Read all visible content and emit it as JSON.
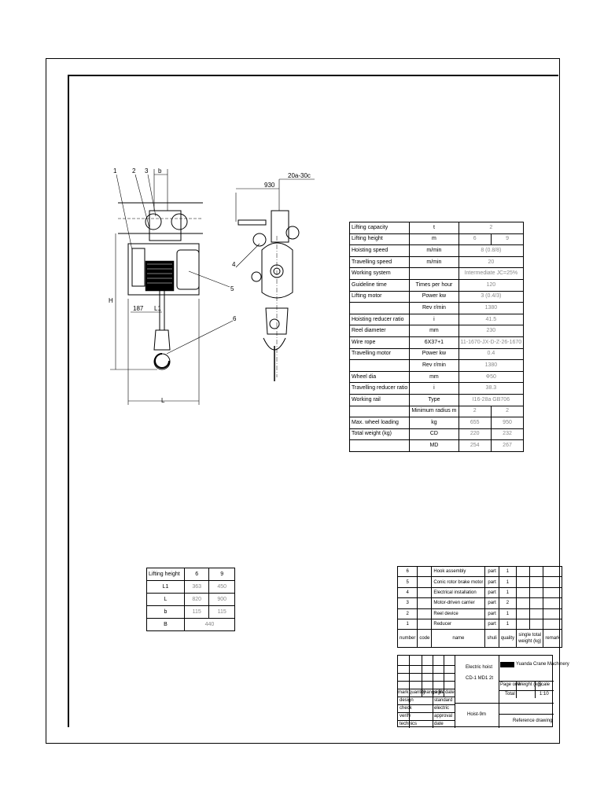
{
  "drawing": {
    "labels": {
      "n1": "1",
      "n2": "2",
      "n3": "3",
      "b": "b",
      "n4": "4",
      "n5": "5",
      "n6": "6",
      "H": "H",
      "L": "L",
      "L1": "L1",
      "d187": "187",
      "d930": "930",
      "rail": "20a-30c"
    }
  },
  "spec": {
    "rows": [
      {
        "name": "Lifting capacity",
        "unit": "t",
        "v1": "2",
        "v2": ""
      },
      {
        "name": "Lifting height",
        "unit": "m",
        "v1": "6",
        "v2": "9"
      },
      {
        "name": "Hoisting speed",
        "unit": "m/min",
        "v1": "8 (0.8/8)",
        "v2": ""
      },
      {
        "name": "Travelling speed",
        "unit": "m/min",
        "v1": "20",
        "v2": ""
      },
      {
        "name": "Working system",
        "unit": "",
        "v1": "Intermediate JC=25%",
        "v2": ""
      },
      {
        "name": "Guideline time",
        "unit": "Times per hour",
        "v1": "120",
        "v2": ""
      },
      {
        "name": "Lifting motor",
        "unit": "Power  kw",
        "v1": "3 (0.4/3)",
        "v2": ""
      },
      {
        "name": "",
        "unit": "Rev  r/min",
        "v1": "1380",
        "v2": ""
      },
      {
        "name": "Hoisting reducer ratio",
        "unit": "i",
        "v1": "41.5",
        "v2": ""
      },
      {
        "name": "Reel diameter",
        "unit": "mm",
        "v1": "230",
        "v2": ""
      },
      {
        "name": "Wire rope",
        "unit": "6X37+1",
        "v1": "11-1670-JX-D-Z-26-1670",
        "v2": ""
      },
      {
        "name": "Travelling motor",
        "unit": "Power  kw",
        "v1": "0.4",
        "v2": ""
      },
      {
        "name": "",
        "unit": "Rev  r/min",
        "v1": "1380",
        "v2": ""
      },
      {
        "name": "Wheel dia",
        "unit": "mm",
        "v1": "Ф50",
        "v2": ""
      },
      {
        "name": "Travelling reducer ratio",
        "unit": "i",
        "v1": "38.3",
        "v2": ""
      },
      {
        "name": "Working rail",
        "unit": "Type",
        "v1": "I16-28a GB706",
        "v2": ""
      },
      {
        "name": "",
        "unit": "Minimum radius m",
        "v1": "2",
        "v2": "2"
      },
      {
        "name": "Max. wheel loading",
        "unit": "kg",
        "v1": "655",
        "v2": "950"
      },
      {
        "name": "Total weight (kg)",
        "unit": "CD",
        "v1": "220",
        "v2": "232"
      },
      {
        "name": "",
        "unit": "MD",
        "v1": "254",
        "v2": "267"
      }
    ]
  },
  "lifting_height_table": {
    "header": [
      "Lifting height",
      "6",
      "9"
    ],
    "rows": [
      [
        "L1",
        "363",
        "450"
      ],
      [
        "L",
        "820",
        "900"
      ],
      [
        "b",
        "115",
        "115"
      ],
      [
        "B",
        "440",
        ""
      ]
    ]
  },
  "parts": {
    "rows": [
      {
        "no": "6",
        "name": "Hook assembly",
        "unit": "part",
        "qty": "1"
      },
      {
        "no": "5",
        "name": "Conic rotor brake motor",
        "unit": "part",
        "qty": "1"
      },
      {
        "no": "4",
        "name": "Electrical installation",
        "unit": "part",
        "qty": "1"
      },
      {
        "no": "3",
        "name": "Motor-driven carrier",
        "unit": "part",
        "qty": "2"
      },
      {
        "no": "2",
        "name": "Reel device",
        "unit": "part",
        "qty": "1"
      },
      {
        "no": "1",
        "name": "Reducer",
        "unit": "part",
        "qty": "1"
      }
    ],
    "header": {
      "no": "number",
      "code": "code",
      "name": "name",
      "unit": "shuli",
      "qty": "quality",
      "single": "single",
      "total": "total",
      "weight": "weight (kg)",
      "remark": "remark"
    }
  },
  "title_block": {
    "product": "Electric hoist",
    "model": "CD-1 MD1 2t",
    "company": "Yuanda Crane Machinery",
    "page": "Page one",
    "weight": "Weight (kg)",
    "scale": "Scale",
    "total": "Total",
    "scale_value": "1:10",
    "drawing_no": "Hoist-9m",
    "doc_type": "Reference drawing",
    "roles": {
      "mark": "mark",
      "quantity": "quantity",
      "change_file": "change file",
      "sign": "sign",
      "date": "date",
      "design": "design",
      "standard": "standard",
      "check": "check",
      "electric": "electric",
      "verify": "verify",
      "approval": "approval",
      "technics": "technics",
      "date2": "date"
    }
  }
}
